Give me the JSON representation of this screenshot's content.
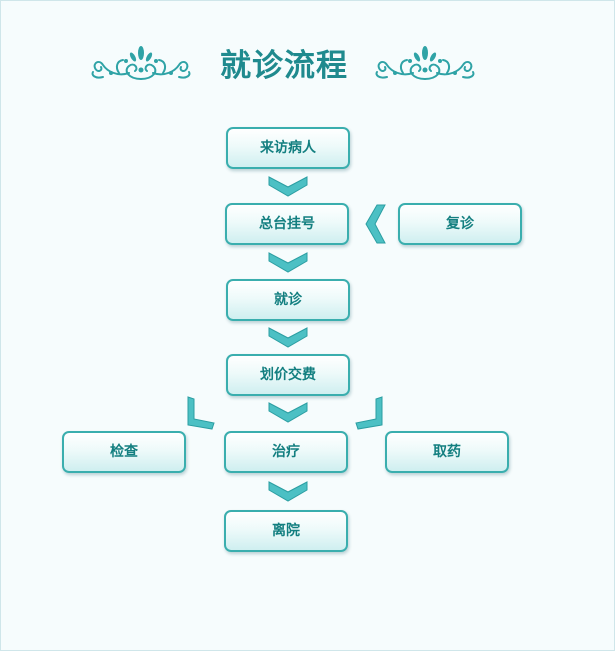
{
  "title": "就诊流程",
  "nodes": {
    "visit": "来访病人",
    "register": "总台挂号",
    "revisit": "复诊",
    "consult": "就诊",
    "billing": "划价交费",
    "examine": "检查",
    "treatment": "治疗",
    "pharmacy": "取药",
    "discharge": "离院"
  },
  "colors": {
    "title": "#1f8a8e",
    "node_border": "#3aaeae",
    "node_text": "#137f80",
    "arrow": "#4cc0c4",
    "ornament": "#2fa3a6"
  },
  "icons": {
    "ornament": "scroll-flourish-ornament",
    "arrow": "chevron-arrow"
  }
}
